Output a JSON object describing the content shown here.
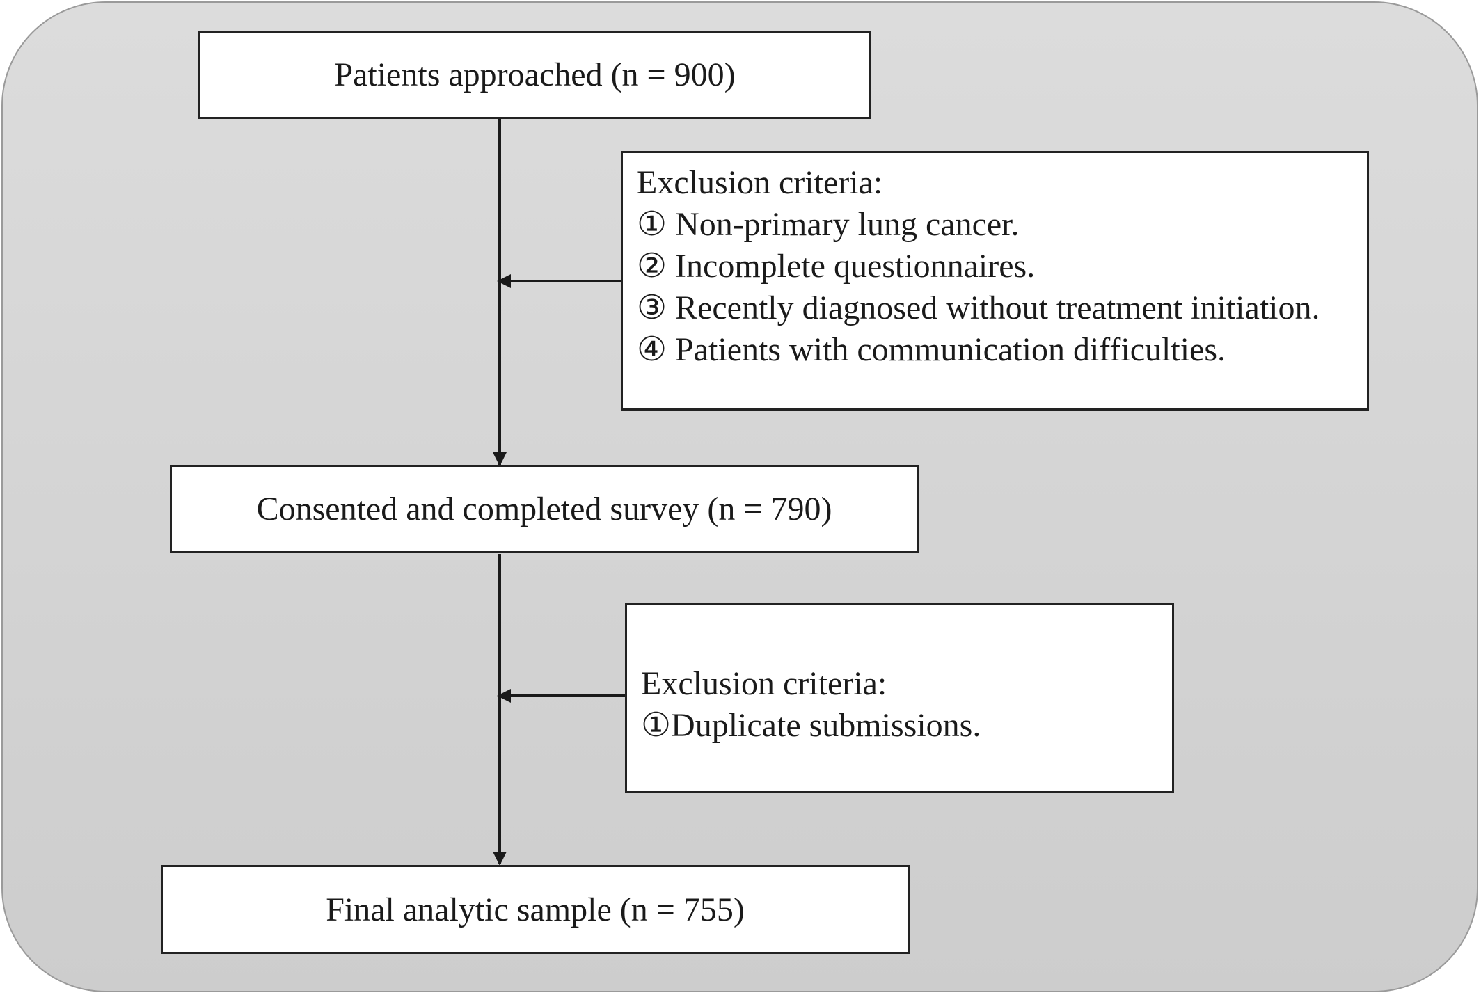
{
  "flow": {
    "steps": [
      {
        "label": "Patients approached (n = 900)"
      },
      {
        "label": "Consented and completed survey (n = 790)"
      },
      {
        "label": "Final analytic sample (n = 755)"
      }
    ],
    "exclusions": [
      {
        "heading": "Exclusion criteria:",
        "items": [
          "① Non-primary lung cancer.",
          "② Incomplete questionnaires.",
          "③ Recently diagnosed without treatment initiation.",
          "④ Patients with communication difficulties."
        ]
      },
      {
        "heading": "Exclusion criteria:",
        "items": [
          "①Duplicate submissions."
        ]
      }
    ]
  }
}
